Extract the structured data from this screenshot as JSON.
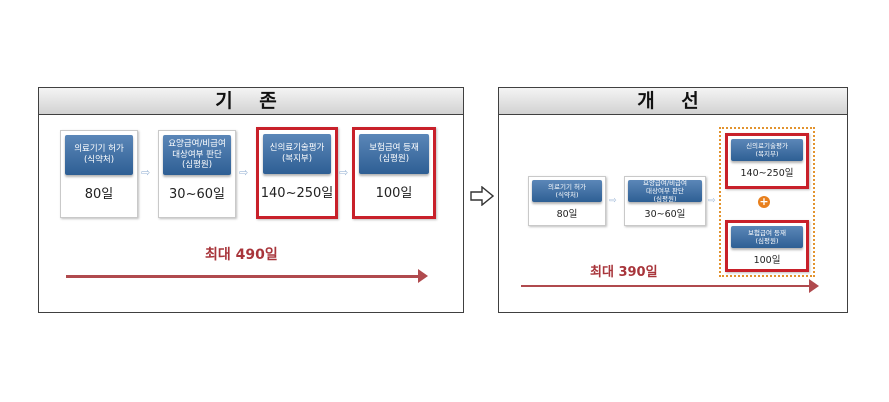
{
  "before": {
    "title": "기 존",
    "steps": [
      {
        "label": [
          "의료기기 허가",
          "(식약처)"
        ],
        "value": "80일"
      },
      {
        "label": [
          "요양급여/비급여",
          "대상여부 판단",
          "(심평원)"
        ],
        "value": "30~60일"
      },
      {
        "label": [
          "신의료기술평가",
          "(복지부)"
        ],
        "value": "140~250일"
      },
      {
        "label": [
          "보험급여 등재",
          "(심평원)"
        ],
        "value": "100일"
      }
    ],
    "total": "최대 490일"
  },
  "after": {
    "title": "개 선",
    "steps": [
      {
        "label": [
          "의료기기 허가",
          "(식약처)"
        ],
        "value": "80일"
      },
      {
        "label": [
          "요양급여/비급여",
          "대상여부 판단",
          "(심평원)"
        ],
        "value": "30~60일"
      },
      {
        "label": [
          "신의료기술평가",
          "(복지부)"
        ],
        "value": "140~250일"
      },
      {
        "label": [
          "보험급여 등재",
          "(심평원)"
        ],
        "value": "100일"
      }
    ],
    "total": "최대 390일"
  },
  "colors": {
    "header_blue": "#2e5f94",
    "highlight_red": "#c8202a",
    "total_red": "#a8353b",
    "dotted_orange": "#e2932e"
  }
}
